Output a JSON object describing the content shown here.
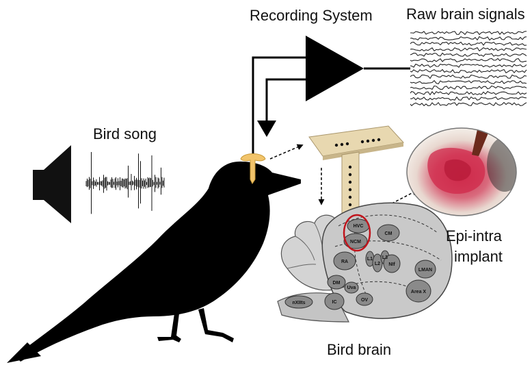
{
  "labels": {
    "recording_system": "Recording System",
    "raw_signals": "Raw brain signals",
    "bird_song": "Bird song",
    "epi_intra_line1": "Epi-intra",
    "epi_intra_line2": "implant",
    "bird_brain": "Bird brain"
  },
  "brain_regions": [
    "HVC",
    "NCM",
    "CM",
    "RA",
    "L1",
    "L2",
    "L3",
    "NIf",
    "DM",
    "Uva",
    "OV",
    "IC",
    "nXIIts",
    "LMAN",
    "Area X"
  ],
  "colors": {
    "ink": "#000000",
    "implant": "#f2c46b",
    "electrode_plate": "#e8d8b0",
    "highlight_circle": "#c0141c",
    "brain_fill": "#c9c9c9",
    "region_fill": "#8a8a8a",
    "tissue": "#d63a5a"
  },
  "icons": [
    "speaker-icon"
  ]
}
